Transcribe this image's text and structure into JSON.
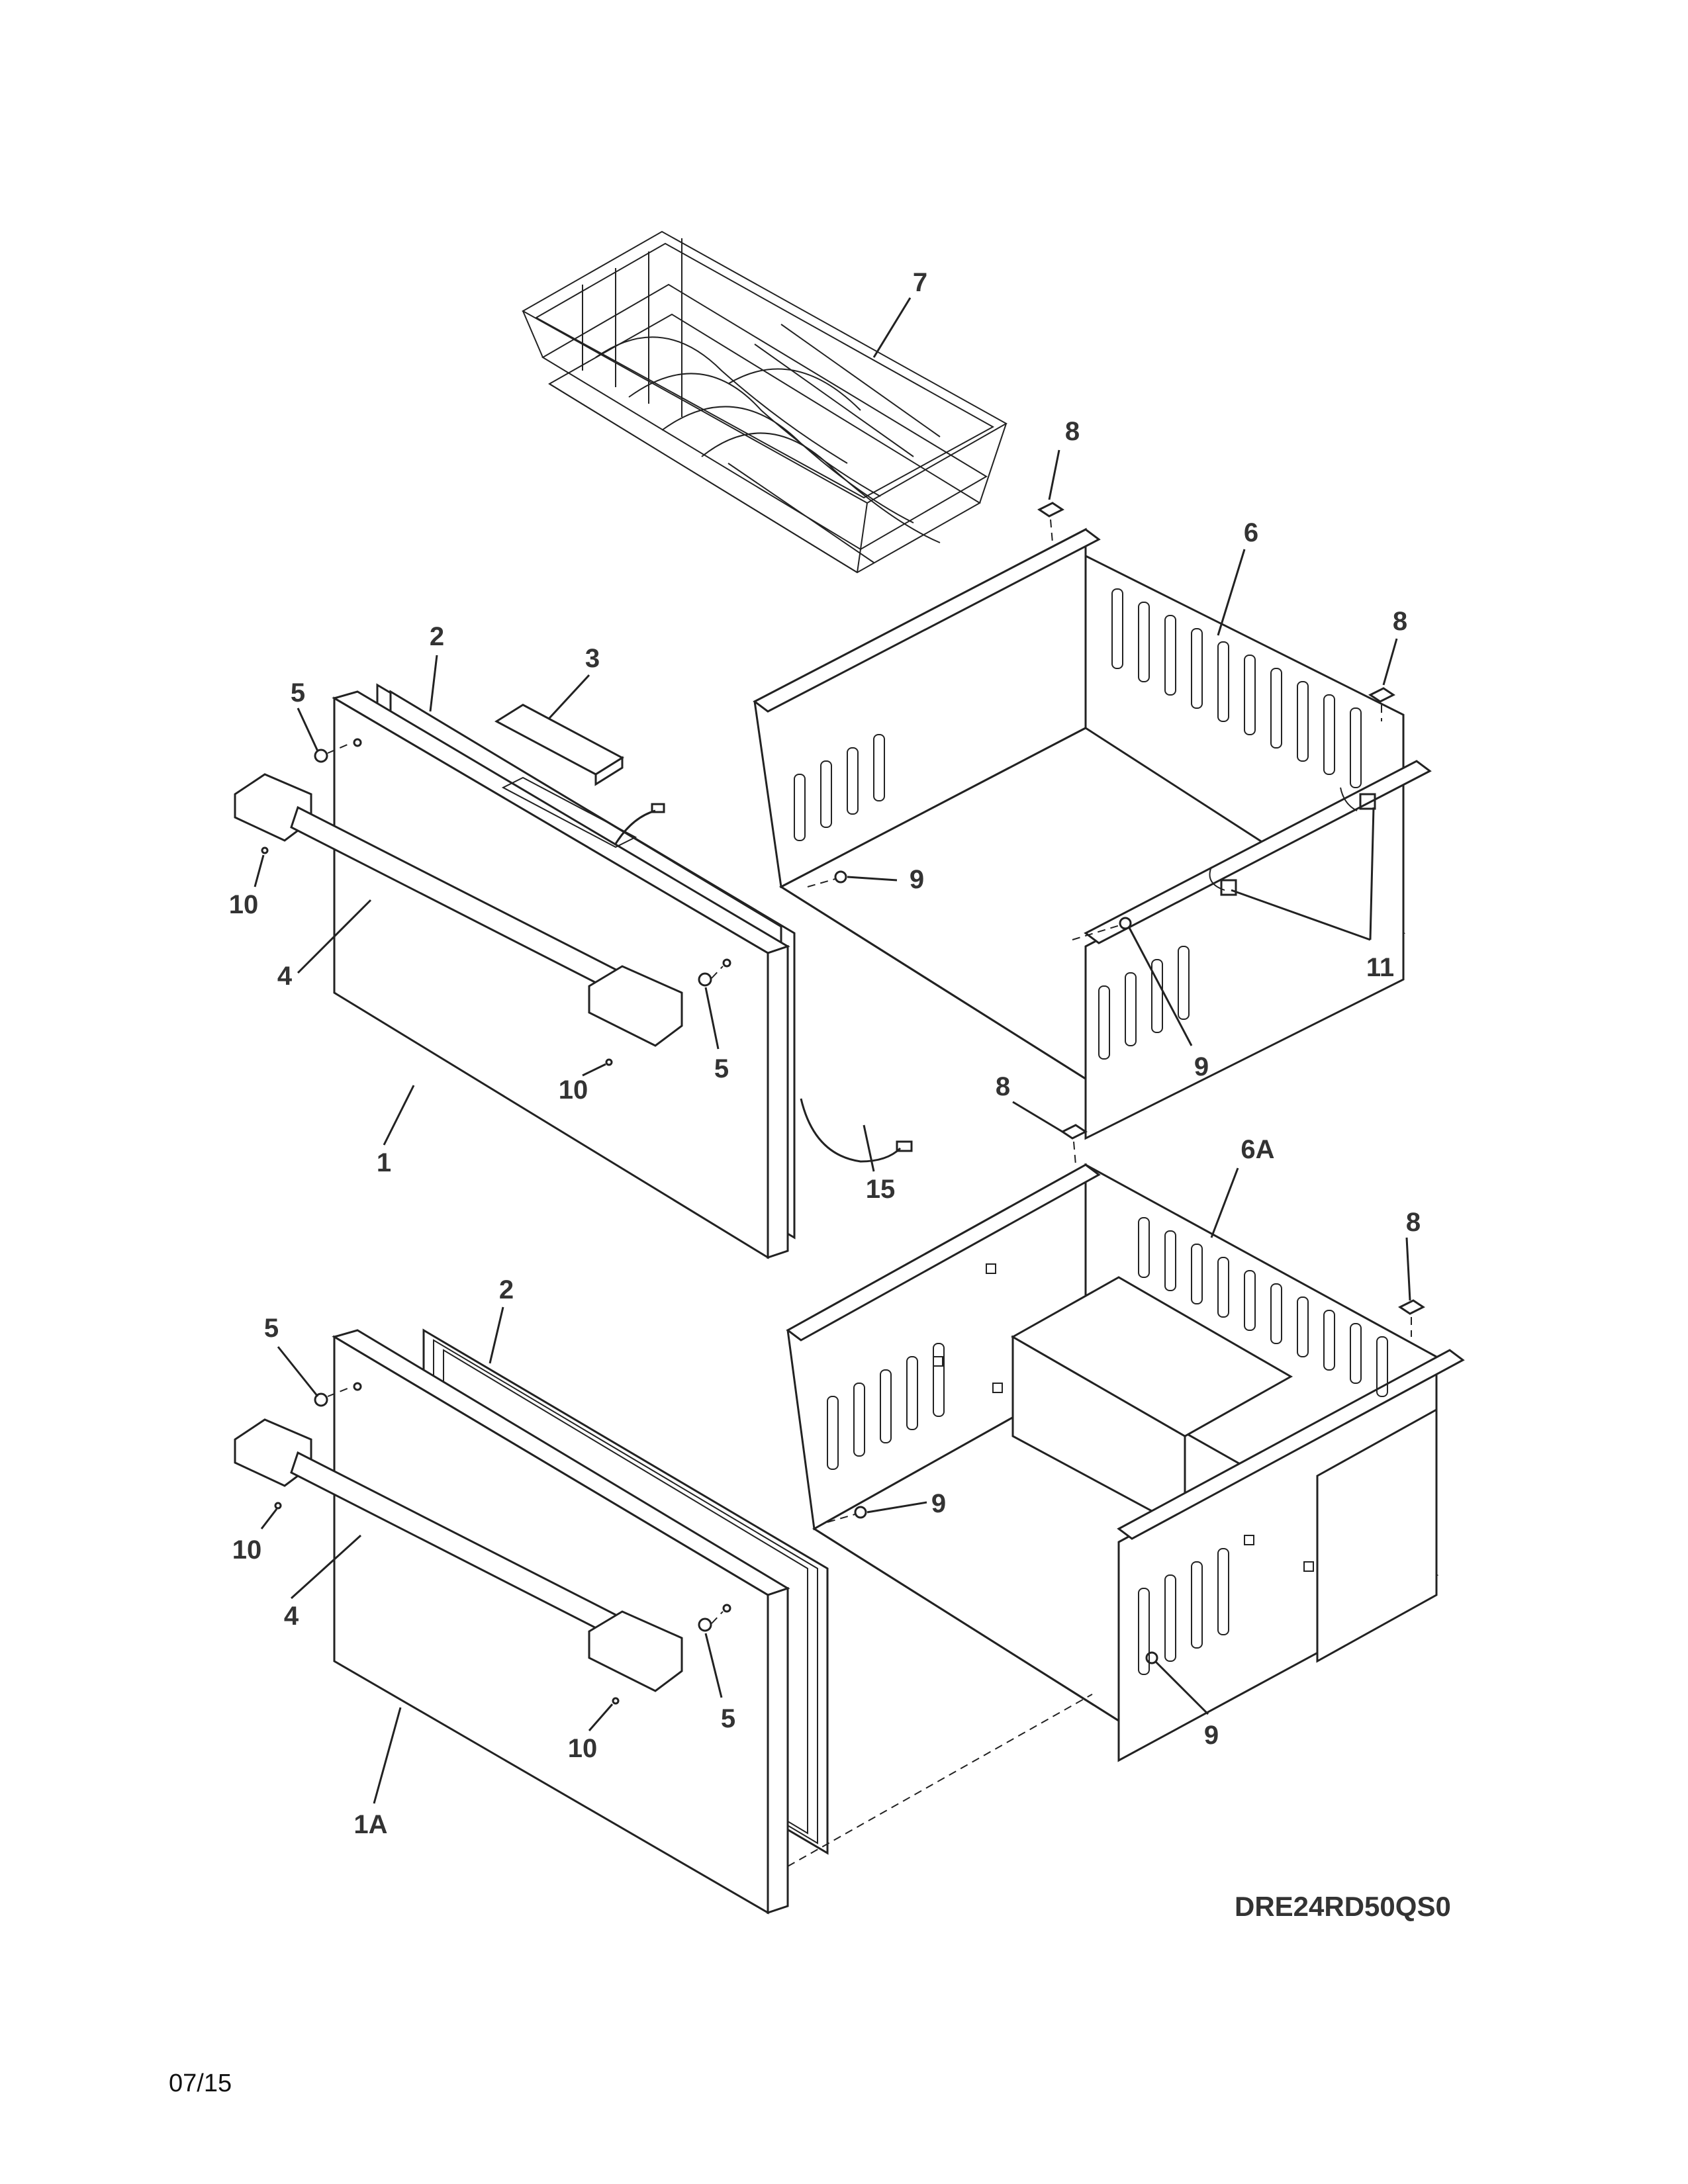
{
  "model_number": "DRE24RD50QS0",
  "date_code": "07/15",
  "callouts": {
    "c7": "7",
    "c8a": "8",
    "c6": "6",
    "c8b": "8",
    "c2a": "2",
    "c3": "3",
    "c5a": "5",
    "c10a": "10",
    "c4a": "4",
    "c9a": "9",
    "c11": "11",
    "c9b": "9",
    "c5b": "5",
    "c10b": "10",
    "c1": "1",
    "c15": "15",
    "c8c": "8",
    "c6a": "6A",
    "c8d": "8",
    "c5c": "5",
    "c2b": "2",
    "c10c": "10",
    "c9c": "9",
    "c4b": "4",
    "c5d": "5",
    "c10d": "10",
    "c9d": "9",
    "c1a": "1A"
  },
  "icons": [
    "wire-basket",
    "drawer-front-upper",
    "drawer-front-lower",
    "drawer-bin-upper",
    "drawer-bin-lower",
    "handle",
    "gasket",
    "light-cover"
  ]
}
